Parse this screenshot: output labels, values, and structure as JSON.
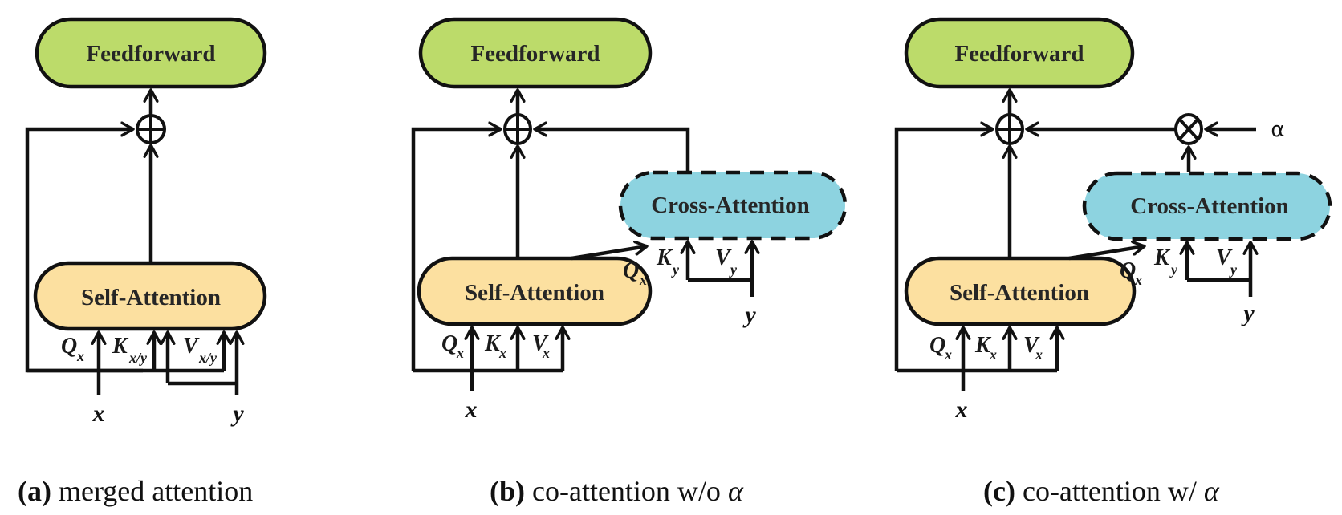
{
  "figure": {
    "panels": [
      {
        "id": "a",
        "caption_tag": "(a)",
        "caption_text": " merged attention",
        "caption_greek": "",
        "feedforward_label": "Feedforward",
        "self_attention_label": "Self-Attention",
        "inputs": {
          "q": {
            "main": "Q",
            "sub": "x"
          },
          "k": {
            "main": "K",
            "sub": "x/y"
          },
          "v": {
            "main": "V",
            "sub": "x/y"
          }
        },
        "x_label": "x",
        "y_label": "y"
      },
      {
        "id": "b",
        "caption_tag": "(b)",
        "caption_text": " co-attention w/o ",
        "caption_greek": "α",
        "feedforward_label": "Feedforward",
        "self_attention_label": "Self-Attention",
        "cross_attention_label": "Cross-Attention",
        "self_inputs": {
          "q": {
            "main": "Q",
            "sub": "x"
          },
          "k": {
            "main": "K",
            "sub": "x"
          },
          "v": {
            "main": "V",
            "sub": "x"
          }
        },
        "cross_inputs": {
          "q": {
            "main": "Q",
            "sub": "x"
          },
          "k": {
            "main": "K",
            "sub": "y"
          },
          "v": {
            "main": "V",
            "sub": "y"
          }
        },
        "x_label": "x",
        "y_label": "y"
      },
      {
        "id": "c",
        "caption_tag": "(c)",
        "caption_text": " co-attention w/ ",
        "caption_greek": "α",
        "feedforward_label": "Feedforward",
        "self_attention_label": "Self-Attention",
        "cross_attention_label": "Cross-Attention",
        "self_inputs": {
          "q": {
            "main": "Q",
            "sub": "x"
          },
          "k": {
            "main": "K",
            "sub": "x"
          },
          "v": {
            "main": "V",
            "sub": "x"
          }
        },
        "cross_inputs": {
          "q": {
            "main": "Q",
            "sub": "x"
          },
          "k": {
            "main": "K",
            "sub": "y"
          },
          "v": {
            "main": "V",
            "sub": "y"
          }
        },
        "alpha_label": "α",
        "x_label": "x",
        "y_label": "y"
      }
    ],
    "colors": {
      "feedforward": "#bcdb6a",
      "self_attention": "#fce0a0",
      "cross_attention": "#8dd3e0",
      "stroke": "#111111"
    },
    "operators": {
      "add": "⊕",
      "multiply": "⊗"
    }
  }
}
